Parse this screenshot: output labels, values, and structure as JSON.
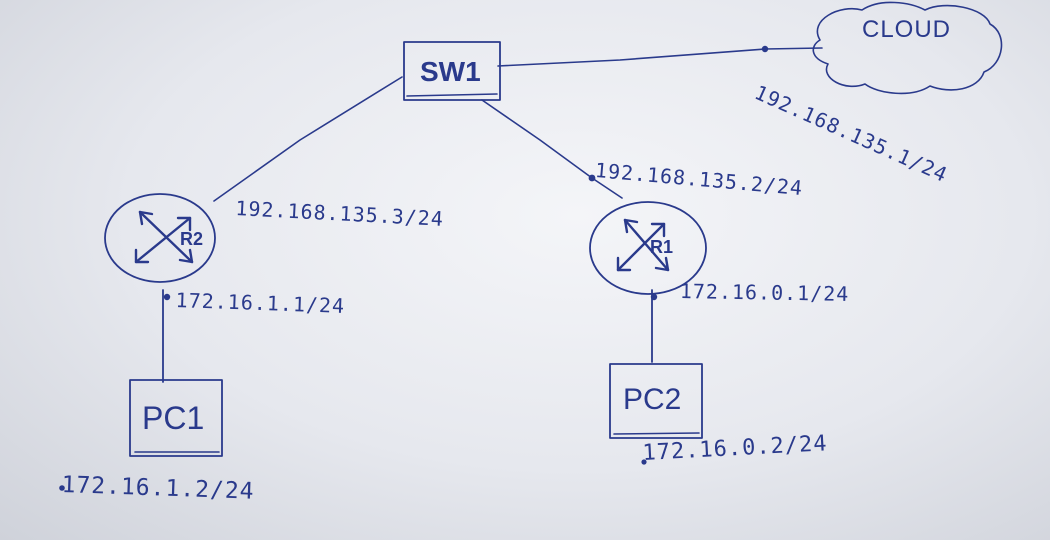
{
  "nodes": {
    "sw1": "SW1",
    "cloud": "CLOUD",
    "r1": "R1",
    "r2": "R2",
    "pc1": "PC1",
    "pc2": "PC2"
  },
  "addresses": {
    "cloud_link": "192.168.135.1/24",
    "r1_uplink": "192.168.135.2/24",
    "r2_uplink": "192.168.135.3/24",
    "r2_lan": "172.16.1.1/24",
    "r1_lan": "172.16.0.1/24",
    "pc1": "172.16.1.2/24",
    "pc2": "172.16.0.2/24"
  },
  "colors": {
    "ink": "#2a3a8c",
    "paper": "#e9ebf0"
  }
}
